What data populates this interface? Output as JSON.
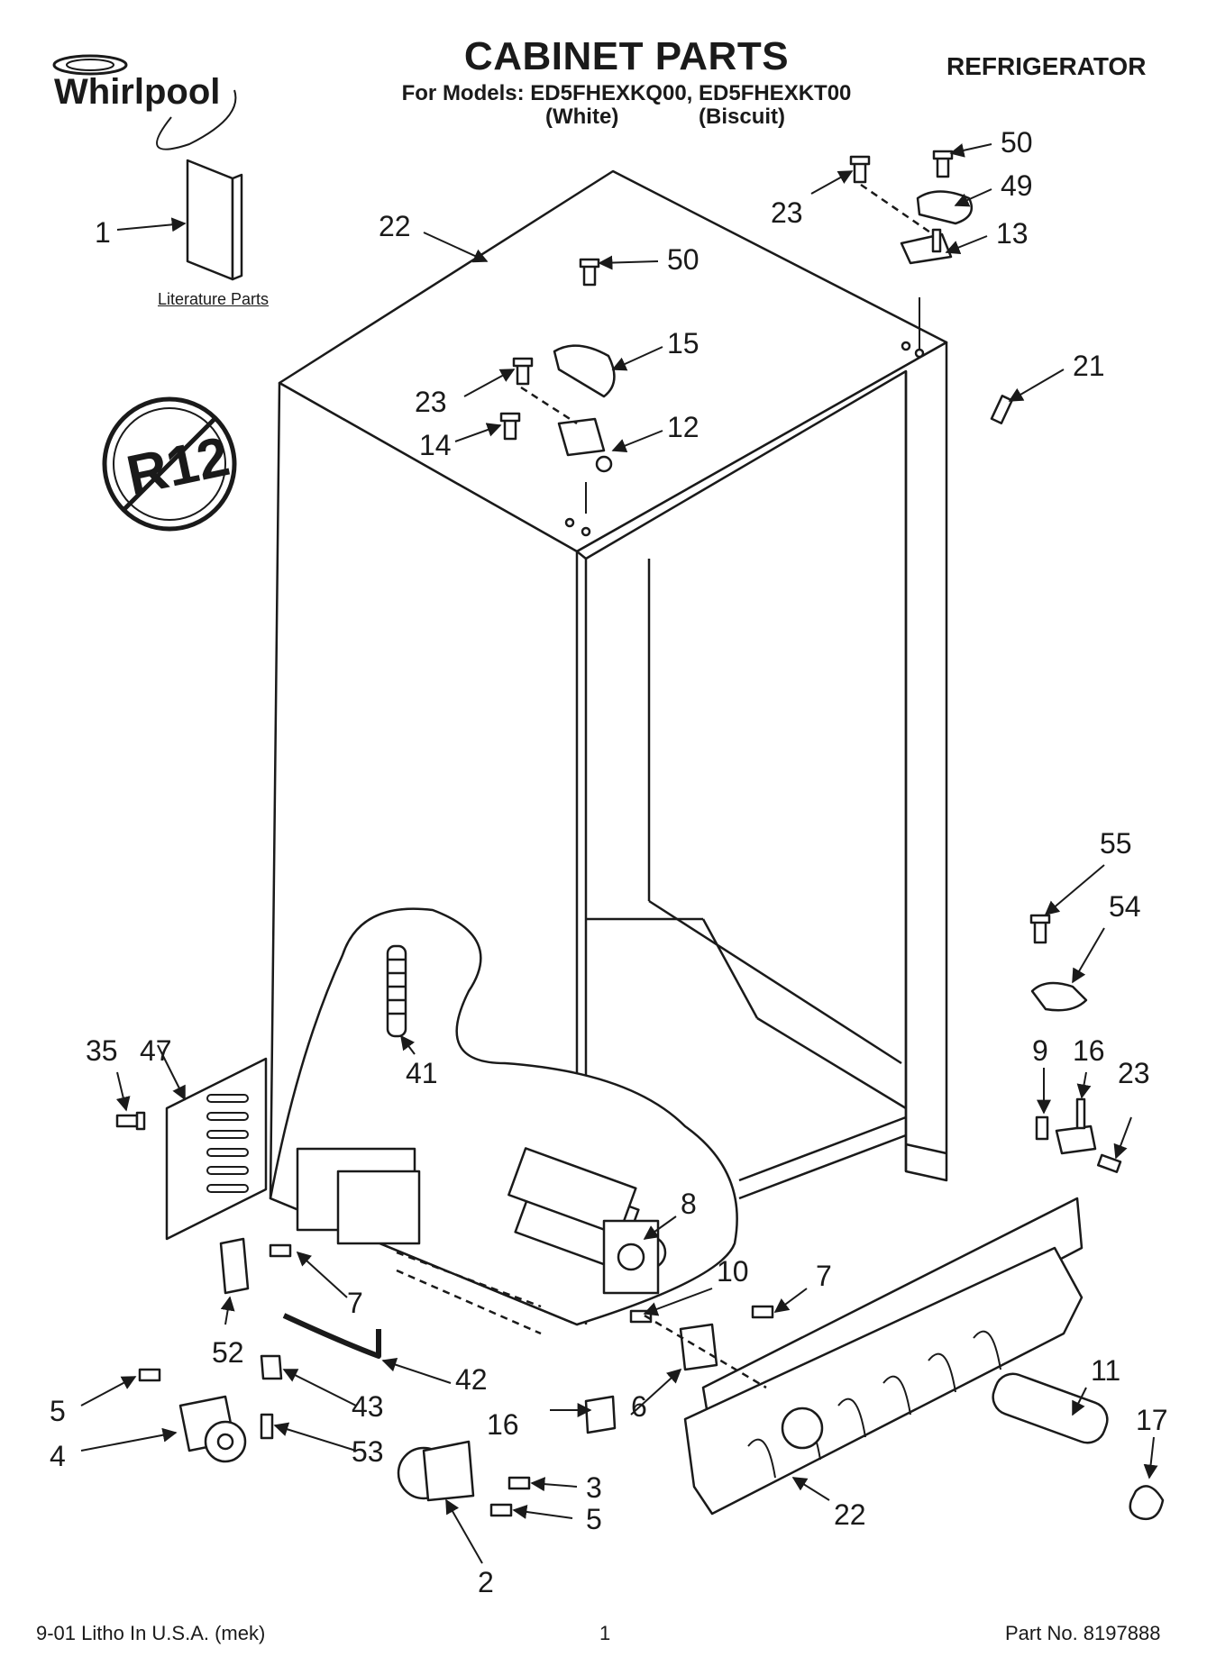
{
  "header": {
    "brand": "Whirlpool",
    "title": "CABINET PARTS",
    "models_line": "For Models: ED5FHEXKQ00, ED5FHEXKT00",
    "color_white": "(White)",
    "color_biscuit": "(Biscuit)",
    "appliance": "REFRIGERATOR"
  },
  "literature_label": "Literature Parts",
  "r12_badge": "R12",
  "callouts": [
    "1",
    "22",
    "50",
    "23",
    "49",
    "13",
    "50",
    "15",
    "23",
    "12",
    "14",
    "21",
    "55",
    "54",
    "35",
    "47",
    "41",
    "9",
    "16",
    "23",
    "8",
    "10",
    "7",
    "7",
    "52",
    "42",
    "43",
    "5",
    "4",
    "53",
    "16",
    "6",
    "11",
    "17",
    "3",
    "5",
    "2",
    "22"
  ],
  "footer": {
    "left": "9-01 Litho In U.S.A. (mek)",
    "center": "1",
    "right": "Part No. 8197888"
  },
  "colors": {
    "ink": "#1a1a1a",
    "paper": "#ffffff"
  }
}
